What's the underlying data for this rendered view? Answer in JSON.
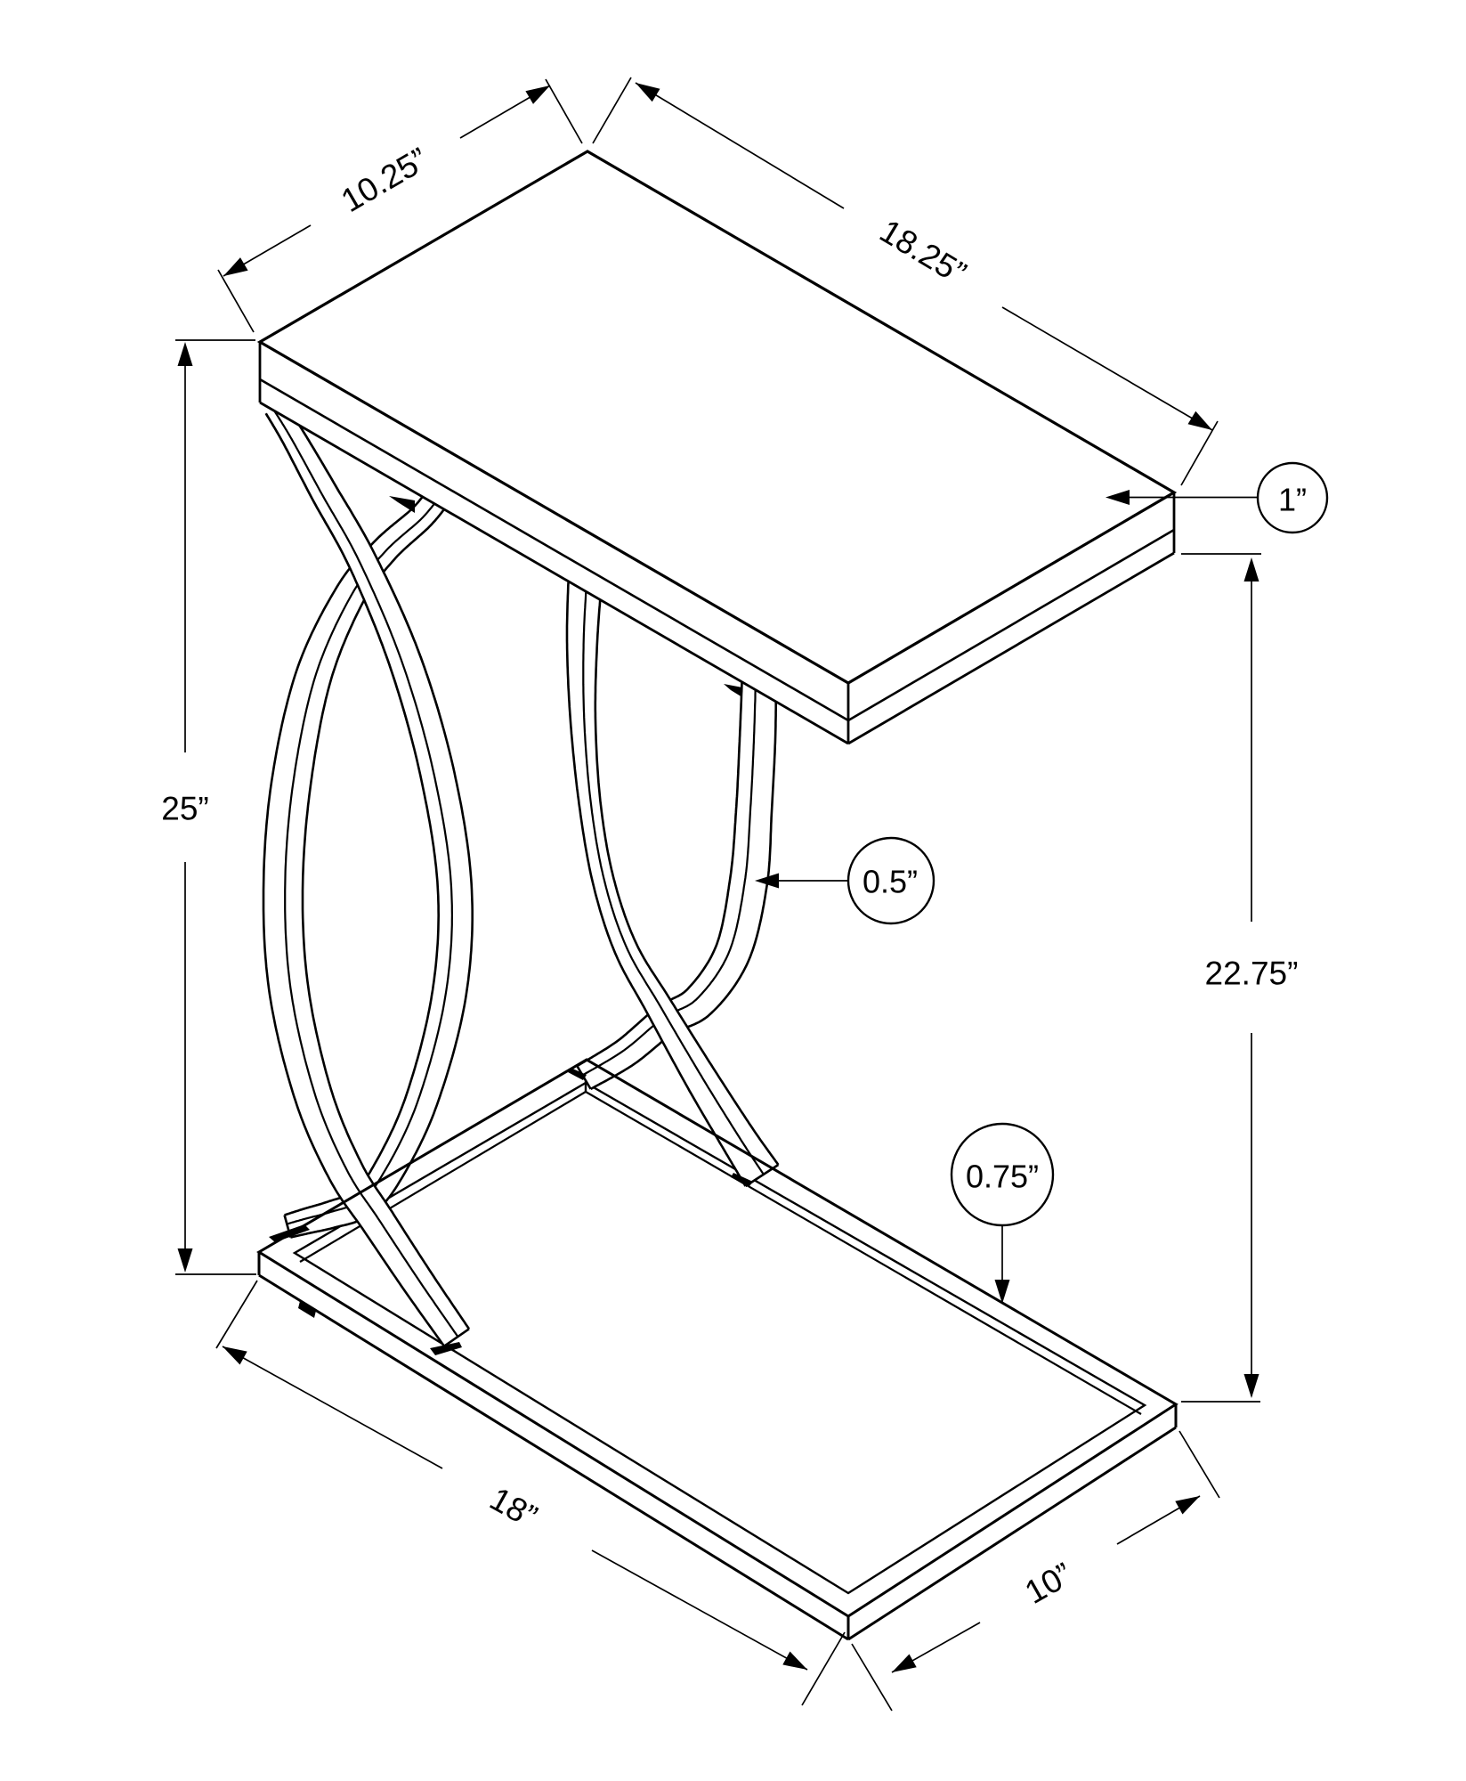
{
  "document": {
    "type": "technical line drawing",
    "subject": "C-shaped accent table isometric dimension diagram",
    "ink_color": "#000000",
    "paper_color": "#ffffff"
  },
  "dimensions": {
    "top_width": {
      "label": "10.25”"
    },
    "top_length": {
      "label": "18.25”"
    },
    "top_thickness": {
      "label": "1”"
    },
    "overall_height": {
      "label": "25”"
    },
    "tube_thickness": {
      "label": "0.5”"
    },
    "under_top_height": {
      "label": "22.75”"
    },
    "base_thickness": {
      "label": "0.75”"
    },
    "base_length": {
      "label": "18”"
    },
    "base_width": {
      "label": "10”"
    }
  }
}
